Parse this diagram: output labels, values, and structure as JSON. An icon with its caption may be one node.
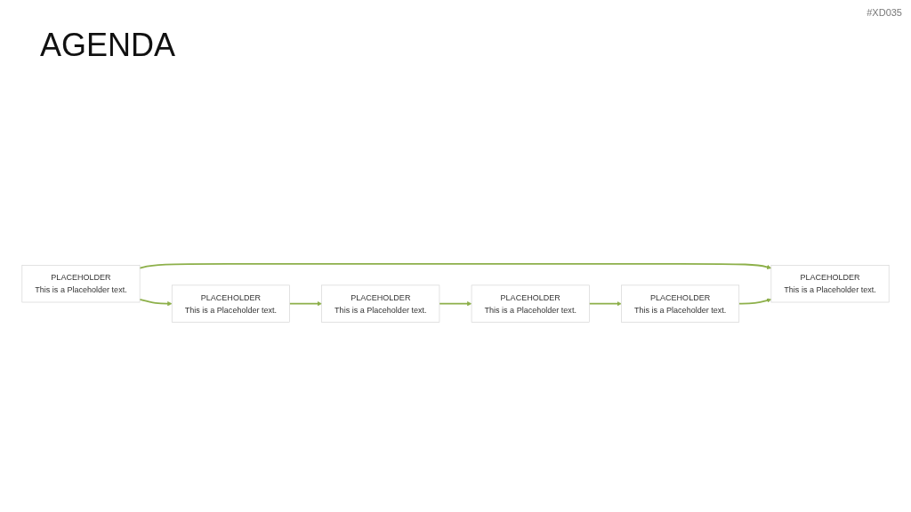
{
  "diagram": {
    "title": "AGENDA",
    "nodes": [
      {
        "text": [
          "PLACEHOLDER",
          "This is a Placeholder text."
        ]
      },
      {
        "text": [
          "PLACEHOLDER",
          "This is a Placeholder text."
        ]
      },
      {
        "text": [
          "PLACEHOLDER",
          "This is a Placeholder text."
        ]
      },
      {
        "text": [
          "PLACEHOLDER",
          "This is a Placeholder text."
        ]
      },
      {
        "text": [
          "PLACEHOLDER",
          "This is a Placeholder text."
        ]
      },
      {
        "text": [
          "PLACEHOLDER",
          "This is a Placeholder text."
        ]
      }
    ],
    "edges": [
      {
        "from": 0,
        "to": 1,
        "arrow": "to"
      },
      {
        "from": 1,
        "to": 2,
        "arrow": "to"
      },
      {
        "from": 0,
        "to": 3,
        "arrow": "to"
      },
      {
        "from": 2,
        "to": 5,
        "arrow": "to"
      },
      {
        "from": 5,
        "to": 4,
        "arrow": "to"
      },
      {
        "from": 4,
        "to": 3,
        "arrow": "to"
      }
    ],
    "labels": [
      "#XD035"
    ]
  }
}
